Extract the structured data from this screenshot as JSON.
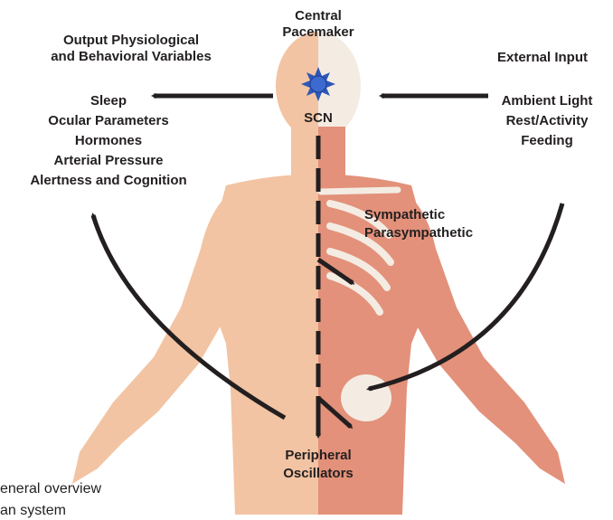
{
  "central": {
    "line1": "Central",
    "line2": "Pacemaker"
  },
  "scn_label": "SCN",
  "output": {
    "heading_line1": "Output Physiological",
    "heading_line2": "and Behavioral Variables",
    "items": [
      "Sleep",
      "Ocular Parameters",
      "Hormones",
      "Arterial Pressure",
      "Alertness and Cognition"
    ]
  },
  "input": {
    "heading": "External Input",
    "items": [
      "Ambient Light",
      "Rest/Activity",
      "Feeding"
    ]
  },
  "autonomic": {
    "line1": "Sympathetic",
    "line2": "Parasympathetic"
  },
  "peripheral": {
    "line1": "Peripheral",
    "line2": "Oscillators"
  },
  "caption": {
    "line1": "eneral overview",
    "line2": "an system"
  },
  "colors": {
    "skin": "#f2c4a3",
    "muscle": "#e3917a",
    "bone": "#f4ece3",
    "arrow": "#231f20",
    "sun": "#2e57b8",
    "text": "#231f20"
  }
}
